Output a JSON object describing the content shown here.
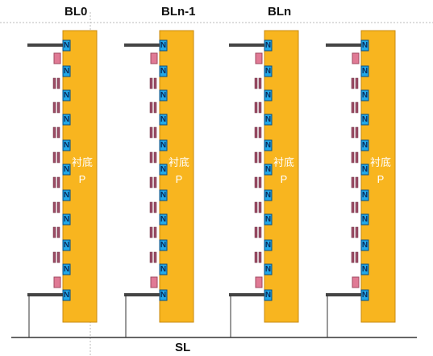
{
  "labels": {
    "bit_lines": [
      "BL0",
      "BLn-1",
      "BLn"
    ],
    "source_line": "SL"
  },
  "strings": [
    {
      "substrate_label": "衬底",
      "substrate_type": "P",
      "diffusion_label": "N"
    },
    {
      "substrate_label": "衬底",
      "substrate_type": "P",
      "diffusion_label": "N"
    },
    {
      "substrate_label": "衬底",
      "substrate_type": "P",
      "diffusion_label": "N"
    },
    {
      "substrate_label": "衬底",
      "substrate_type": "P",
      "diffusion_label": "N"
    }
  ],
  "colors": {
    "substrate": "#f8b51f",
    "substrate_border": "#c98a12",
    "n_region": "#22a8e8",
    "n_region_border": "#0b4e82",
    "select_gate": "#e07a95",
    "cell_gate": "#9b4d66",
    "line": "#333333",
    "guide": "#bbbbbb"
  }
}
